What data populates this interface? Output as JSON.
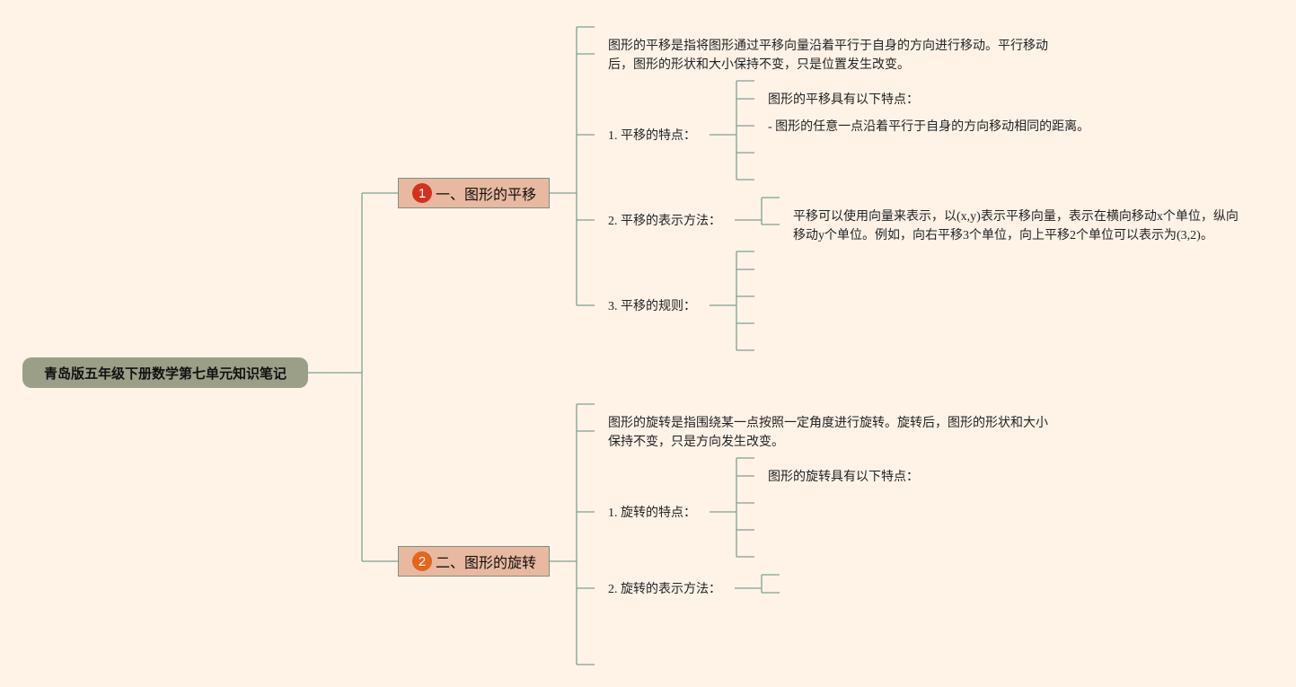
{
  "root": "青岛版五年级下册数学第七单元知识笔记",
  "branches": [
    {
      "number": "1",
      "badge_color": "#d2321d",
      "title": "一、图形的平移",
      "intro": [
        "图形的平移是指将图形通过平移向量沿着平行于自身的方向进行移动。平行移动",
        "后，图形的形状和大小保持不变，只是位置发生改变。"
      ],
      "sub": [
        {
          "label": "1. 平移的特点：",
          "children": [
            "图形的平移具有以下特点：",
            "- 图形的任意一点沿着平行于自身的方向移动相同的距离。"
          ]
        },
        {
          "label": "2. 平移的表示方法：",
          "children": [
            "平移可以使用向量来表示，以(x,y)表示平移向量，表示在横向移动x个单位，纵向",
            "移动y个单位。例如，向右平移3个单位，向上平移2个单位可以表示为(3,2)。"
          ]
        },
        {
          "label": "3. 平移的规则：",
          "children": []
        }
      ]
    },
    {
      "number": "2",
      "badge_color": "#e3661c",
      "title": "二、图形的旋转",
      "intro": [
        "图形的旋转是指围绕某一点按照一定角度进行旋转。旋转后，图形的形状和大小",
        "保持不变，只是方向发生改变。"
      ],
      "sub": [
        {
          "label": "1. 旋转的特点：",
          "children": [
            "图形的旋转具有以下特点："
          ]
        },
        {
          "label": "2. 旋转的表示方法：",
          "children": []
        }
      ]
    }
  ]
}
